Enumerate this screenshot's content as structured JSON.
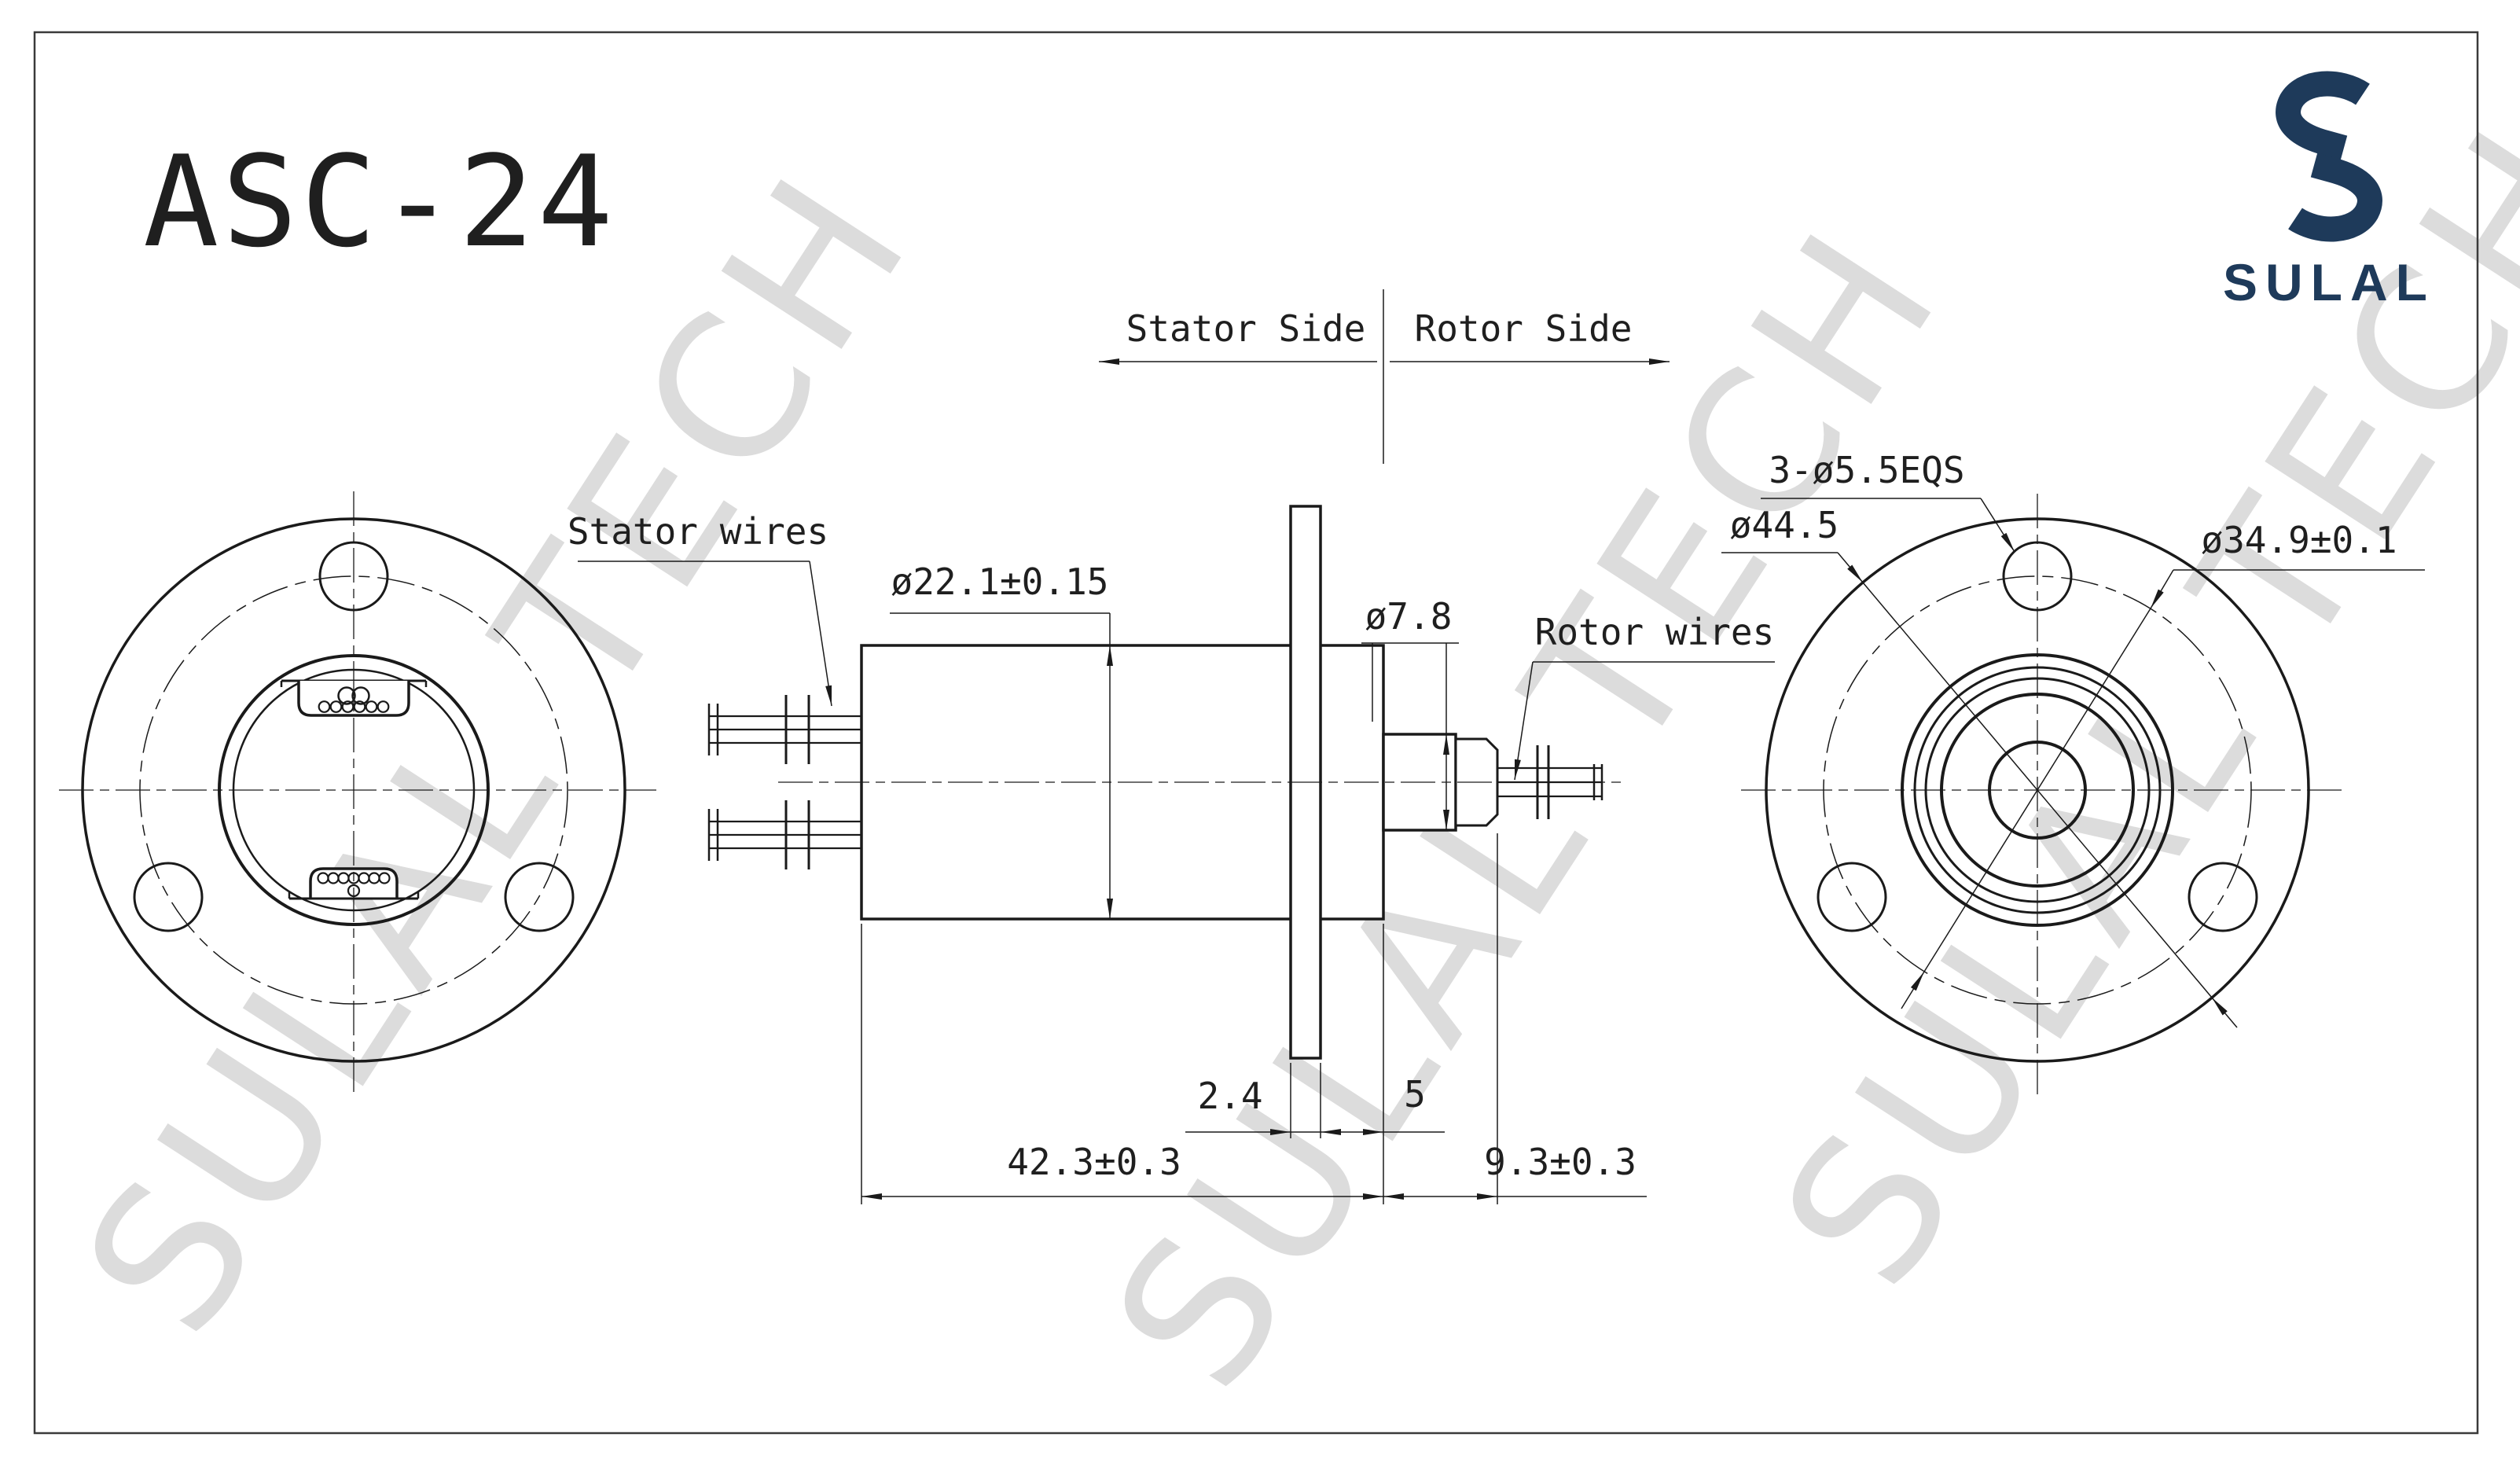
{
  "page": {
    "title": "ASC-24"
  },
  "brand": {
    "name": "SULAL",
    "color": "#1e3a5a"
  },
  "watermark": {
    "text": "SULAL TECH",
    "color": "#dcdcdc"
  },
  "header": {
    "stator_side": "Stator Side",
    "rotor_side": "Rotor Side"
  },
  "side_view": {
    "stator_wires_label": "Stator wires",
    "rotor_wires_label": "Rotor wires",
    "dim_body_diameter": "ø22.1±0.15",
    "dim_shaft_diameter": "ø7.8",
    "dim_flange_thickness": "2.4",
    "dim_boss_length": "5",
    "dim_stator_length": "42.3±0.3",
    "dim_rotor_length": "9.3±0.3"
  },
  "rear_view": {
    "dim_bolt_holes": "3-ø5.5EQS",
    "dim_flange_diameter": "ø44.5",
    "dim_bolt_circle": "ø34.9±0.1"
  },
  "colors": {
    "line": "#1a1a1a",
    "brand": "#1e3a5a",
    "watermark": "#dcdcdc"
  }
}
